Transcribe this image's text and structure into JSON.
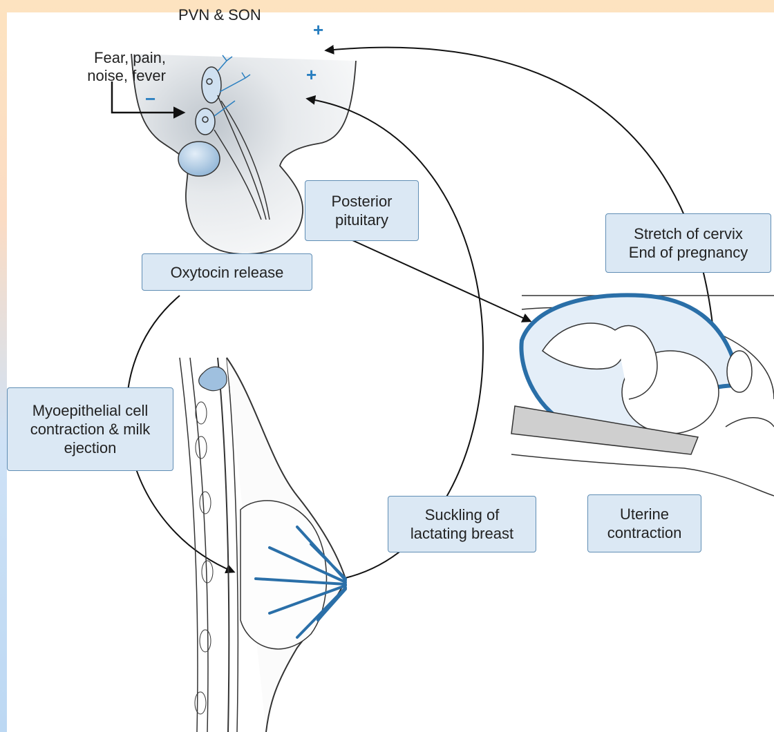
{
  "labels": {
    "pvn_son": "PVN & SON",
    "inhibitors_line1": "Fear, pain,",
    "inhibitors_line2": "noise, fever",
    "minus_sign": "−",
    "plus_sign_top": "+",
    "plus_sign_mid": "+",
    "posterior_pituitary_line1": "Posterior",
    "posterior_pituitary_line2": "pituitary",
    "oxytocin_release": "Oxytocin release",
    "cervix_line1": "Stretch of cervix",
    "cervix_line2": "End of pregnancy",
    "myoepithelial_line1": "Myoepithelial cell",
    "myoepithelial_line2": "contraction & milk",
    "myoepithelial_line3": "ejection",
    "suckling_line1": "Suckling of",
    "suckling_line2": "lactating breast",
    "uterine_line1": "Uterine",
    "uterine_line2": "contraction"
  },
  "colors": {
    "box_fill": "#dbe8f4",
    "box_border": "#5f8db4",
    "accent_blue": "#2a7fc0",
    "line": "#222222"
  }
}
